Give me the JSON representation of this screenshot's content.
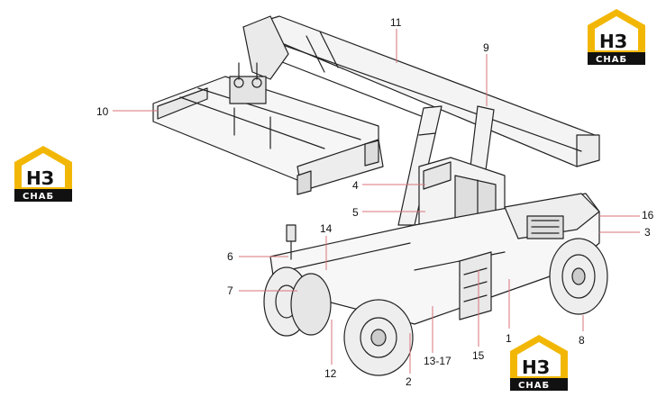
{
  "logos": [
    {
      "id": "logo-top-right",
      "mark": "НЗ",
      "sub": "СНАБ",
      "brand_color": "#F2B705"
    },
    {
      "id": "logo-left",
      "mark": "НЗ",
      "sub": "СНАБ",
      "brand_color": "#F2B705"
    },
    {
      "id": "logo-bottom",
      "mark": "НЗ",
      "sub": "СНАБ",
      "brand_color": "#F2B705"
    }
  ],
  "leader_color": "#D9737A",
  "labels": {
    "l1": "1",
    "l2": "2",
    "l3": "3",
    "l4": "4",
    "l5": "5",
    "l6": "6",
    "l7": "7",
    "l8": "8",
    "l9": "9",
    "l10": "10",
    "l11": "11",
    "l12": "12",
    "l13": "13-17",
    "l14": "14",
    "l15": "15",
    "l16": "16"
  }
}
